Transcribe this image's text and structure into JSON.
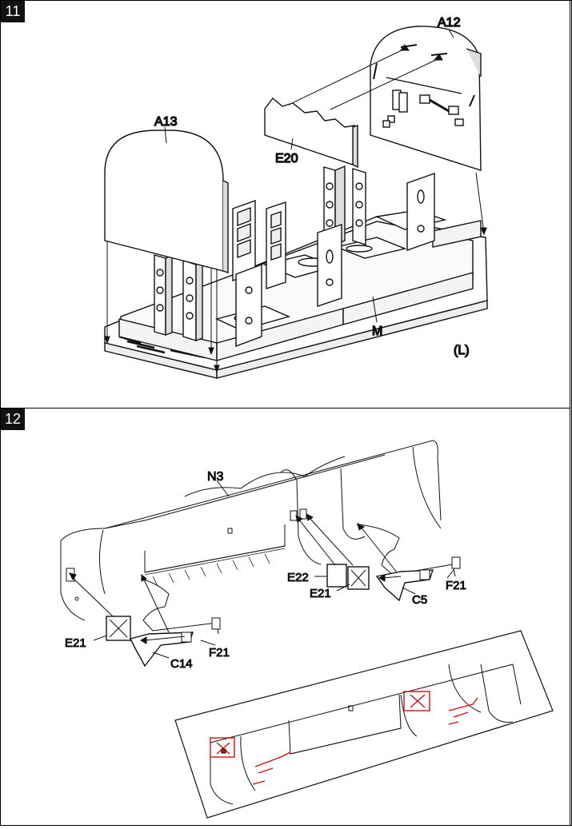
{
  "steps": [
    {
      "number": "11",
      "labels": {
        "a12": "A12",
        "a13": "A13",
        "e20": "E20",
        "m": "M",
        "side": "(L)"
      }
    },
    {
      "number": "12",
      "labels": {
        "n3": "N3",
        "e22": "E22",
        "e21_right": "E21",
        "e21_left": "E21",
        "f21_right": "F21",
        "f21_left": "F21",
        "c5": "C5",
        "c14": "C14"
      }
    }
  ],
  "colors": {
    "line": "#111111",
    "highlight": "#cc1111",
    "badge": "#111111"
  }
}
